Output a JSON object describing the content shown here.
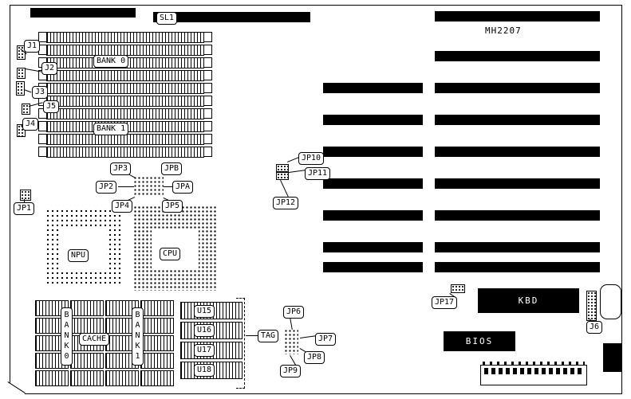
{
  "board": {
    "model": "MH2207",
    "sl1": "SL1"
  },
  "memory": {
    "bank0": "BANK 0",
    "bank1": "BANK 1"
  },
  "connectors": {
    "j1": "J1",
    "j2": "J2",
    "j3": "J3",
    "j4": "J4",
    "j5": "J5",
    "j6": "J6"
  },
  "jumpers": {
    "jp1": "JP1",
    "jp2": "JP2",
    "jp3": "JP3",
    "jp4": "JP4",
    "jp5": "JP5",
    "jp6": "JP6",
    "jp7": "JP7",
    "jp8": "JP8",
    "jp9": "JP9",
    "jp10": "JP10",
    "jp11": "JP11",
    "jp12": "JP12",
    "jp17": "JP17",
    "jpa": "JPA",
    "jpb": "JPB"
  },
  "processors": {
    "npu": "NPU",
    "cpu": "CPU"
  },
  "cache": {
    "bank0": "BANK0",
    "label": "CACHE",
    "bank1": "BANK1",
    "tag": "TAG",
    "u15": "U15",
    "u16": "U16",
    "u17": "U17",
    "u18": "U18"
  },
  "chips": {
    "kbd": "KBD",
    "bios": "BIOS"
  }
}
